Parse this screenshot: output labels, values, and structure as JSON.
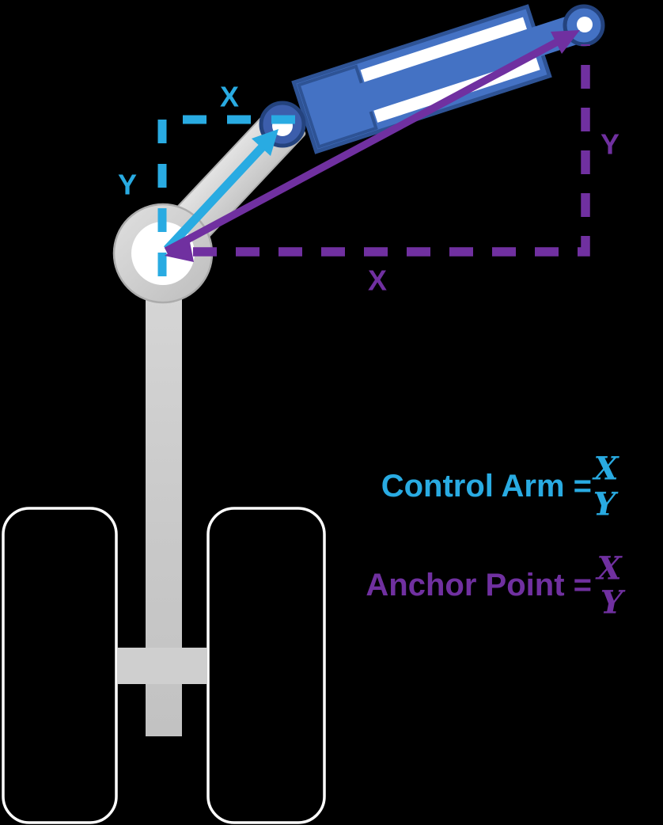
{
  "colors": {
    "background": "#000000",
    "cyan": "#29ABE2",
    "purple": "#7030A0",
    "blue": "#4472C4",
    "blue_dark": "#2E5395",
    "pin_fill": "#3C5EAC",
    "pin_stroke": "#24437E",
    "white": "#FFFFFF",
    "gray_light": "#D9D9D9",
    "gray_mid": "#C4C4C4",
    "axle_gray": "#CFCFCF"
  },
  "dimension_labels": {
    "control_arm": {
      "x": "X",
      "y": "Y"
    },
    "anchor_point": {
      "x": "X",
      "y": "Y"
    }
  },
  "legend": {
    "control_arm": {
      "label": "Control Arm =",
      "numerator": "X",
      "denominator": "Y"
    },
    "anchor_point": {
      "label": "Anchor Point =",
      "numerator": "X",
      "denominator": "Y"
    }
  }
}
